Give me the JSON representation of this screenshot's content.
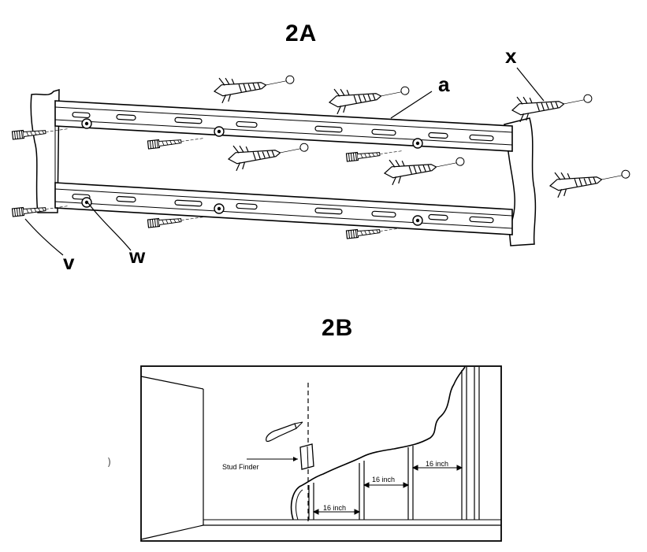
{
  "figure_2a": {
    "title": "2A",
    "callouts": {
      "a": "a",
      "x": "x",
      "v": "v",
      "w": "w"
    }
  },
  "figure_2b": {
    "title": "2B",
    "stud_finder_label": "Stud Finder",
    "spacing_labels": [
      "16 inch",
      "16 inch",
      "16 inch"
    ]
  },
  "stray_mark": ")"
}
